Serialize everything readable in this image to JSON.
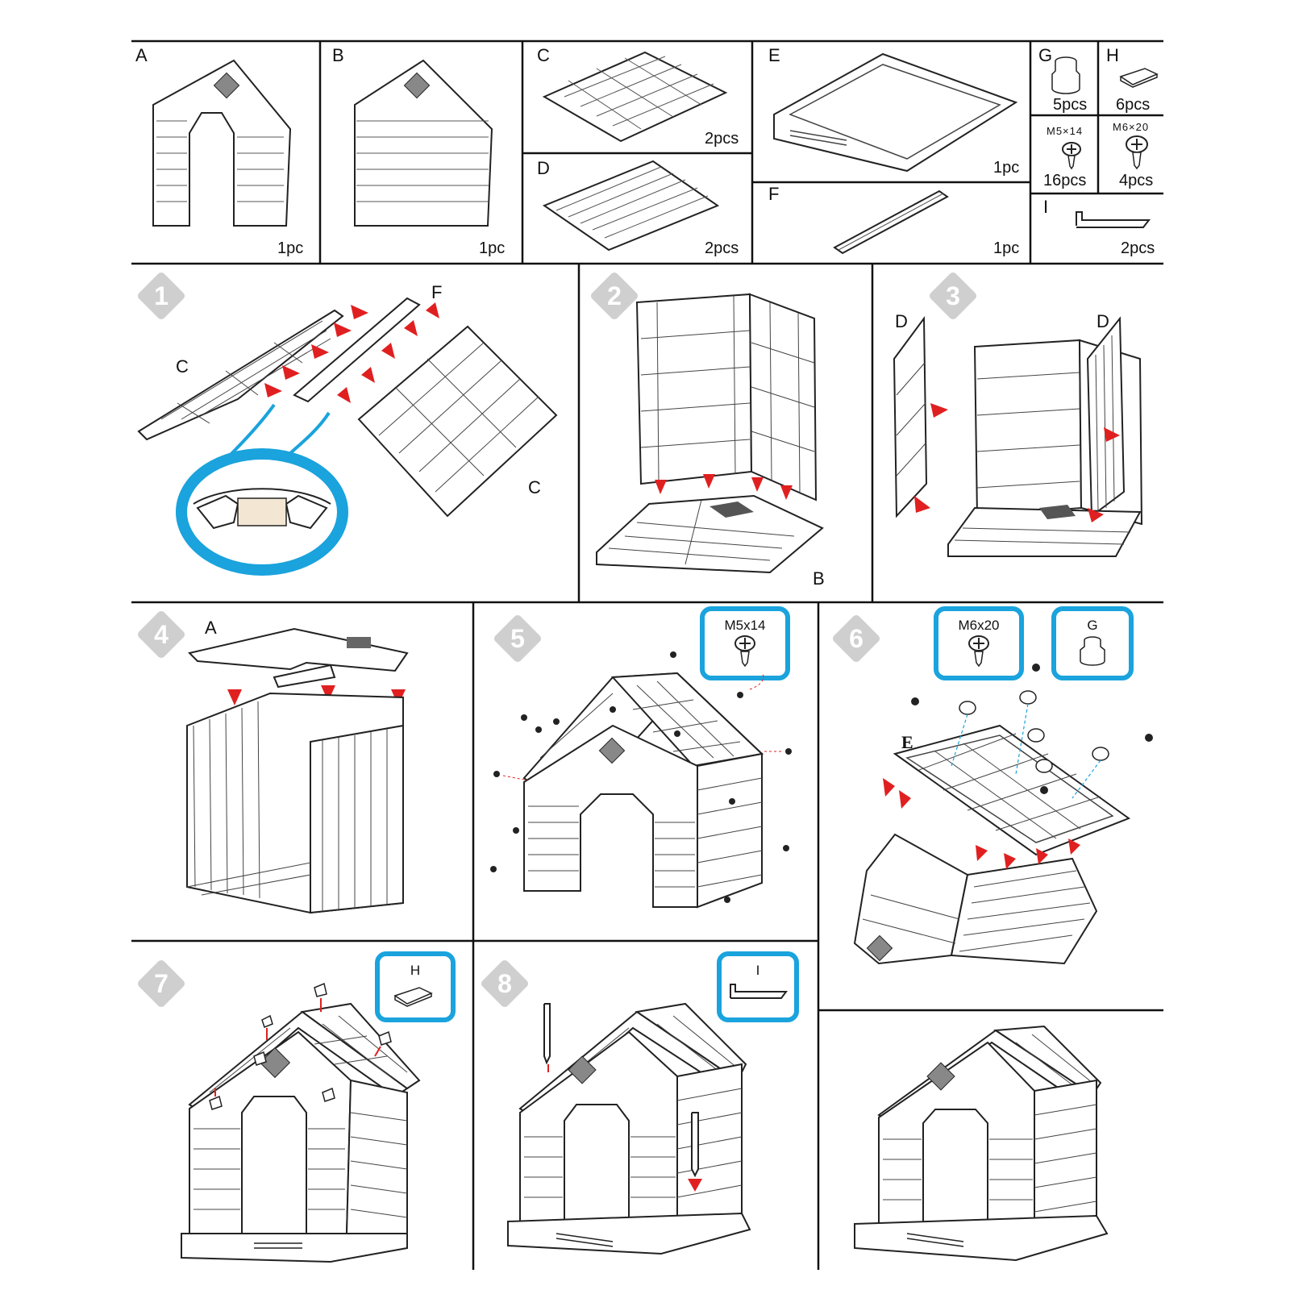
{
  "parts": {
    "A": {
      "letter": "A",
      "qty": "1pc"
    },
    "B": {
      "letter": "B",
      "qty": "1pc"
    },
    "C": {
      "letter": "C",
      "qty": "2pcs"
    },
    "D": {
      "letter": "D",
      "qty": "2pcs"
    },
    "E": {
      "letter": "E",
      "qty": "1pc"
    },
    "F": {
      "letter": "F",
      "qty": "1pc"
    },
    "G": {
      "letter": "G",
      "qty": "5pcs"
    },
    "H": {
      "letter": "H",
      "qty": "6pcs"
    },
    "screw_small": {
      "size": "M5×14",
      "qty": "16pcs"
    },
    "screw_large": {
      "size": "M6×20",
      "qty": "4pcs"
    },
    "I": {
      "letter": "I",
      "qty": "2pcs"
    }
  },
  "steps": {
    "s1": {
      "num": "1",
      "labels": {
        "roof_left": "C",
        "ridge": "F",
        "roof_right": "C"
      }
    },
    "s2": {
      "num": "2",
      "labels": {
        "base": "B"
      }
    },
    "s3": {
      "num": "3",
      "labels": {
        "panel_left": "D",
        "panel_right": "D"
      }
    },
    "s4": {
      "num": "4",
      "labels": {
        "front": "A"
      }
    },
    "s5": {
      "num": "5",
      "callout": "M5x14"
    },
    "s6": {
      "num": "6",
      "callout_screw": "M6x20",
      "callout_cap": "G",
      "labels": {
        "floor": "E"
      }
    },
    "s7": {
      "num": "7",
      "callout": "H"
    },
    "s8": {
      "num": "8",
      "callout": "I"
    }
  },
  "colors": {
    "line": "#222222",
    "arrow": "#e02020",
    "callout": "#1aa3dd",
    "badge": "#cfcfcf"
  }
}
